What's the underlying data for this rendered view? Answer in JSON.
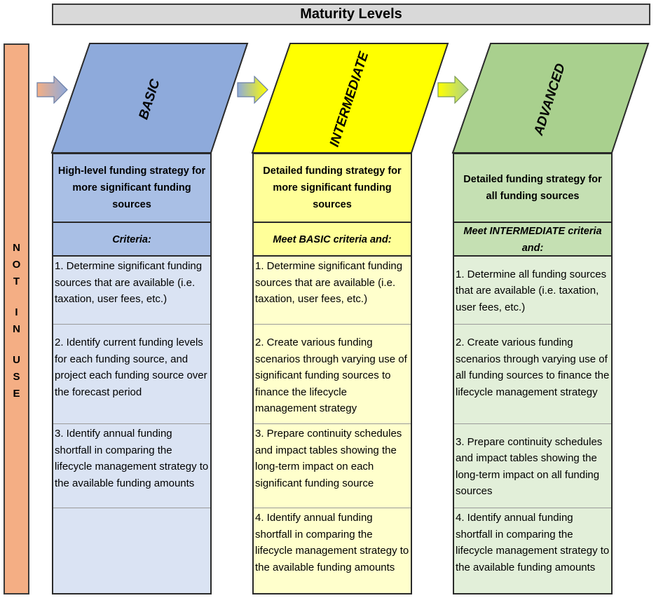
{
  "title": "Maturity Levels",
  "not_in_use": [
    "N",
    "O",
    "T",
    "",
    "I",
    "N",
    "",
    "U",
    "S",
    "E"
  ],
  "levels": [
    {
      "label": "BASIC",
      "colors": {
        "top": "#8eaadb",
        "head": "#a9bfe5",
        "crit": "#a9bfe5",
        "body": "#dae3f3"
      },
      "heading": "High-level funding strategy for more significant funding sources",
      "criteria": "Criteria:",
      "items": [
        "1. Determine significant funding sources that are available (i.e. taxation, user fees, etc.)",
        "2. Identify current funding levels for each funding source, and project each funding source over the forecast period",
        "3. Identify annual funding shortfall in comparing the lifecycle management strategy to the available funding amounts"
      ]
    },
    {
      "label": "INTERMEDIATE",
      "colors": {
        "top": "#ffff00",
        "head": "#ffff99",
        "crit": "#ffff99",
        "body": "#ffffcc"
      },
      "heading": "Detailed funding strategy for more significant funding sources",
      "criteria": "Meet BASIC criteria and:",
      "items": [
        "1. Determine significant funding sources that are available (i.e. taxation, user fees, etc.)",
        "2. Create various funding scenarios through varying use of significant funding sources to finance the lifecycle management strategy",
        "3. Prepare continuity schedules and impact tables showing the long-term impact on each significant funding source",
        "4. Identify annual funding shortfall in comparing the lifecycle management strategy to the available funding amounts"
      ]
    },
    {
      "label": "ADVANCED",
      "colors": {
        "top": "#a9d08e",
        "head": "#c5e0b3",
        "crit": "#c5e0b3",
        "body": "#e2efd9"
      },
      "heading": "Detailed funding strategy for all funding sources",
      "criteria": "Meet INTERMEDIATE criteria and:",
      "items": [
        "1. Determine all funding sources that are available (i.e. taxation, user fees, etc.)",
        "2. Create various funding scenarios through varying use of all funding sources to finance the lifecycle management strategy",
        "3. Prepare continuity schedules and impact tables showing the long-term impact on all funding sources",
        "4. Identify annual funding shortfall in comparing the lifecycle management strategy to the available funding amounts"
      ]
    }
  ],
  "arrow_colors": [
    [
      "#f4ae84",
      "#8eaadb"
    ],
    [
      "#8eaadb",
      "#ffff00"
    ],
    [
      "#ffff00",
      "#a9d08e"
    ]
  ]
}
